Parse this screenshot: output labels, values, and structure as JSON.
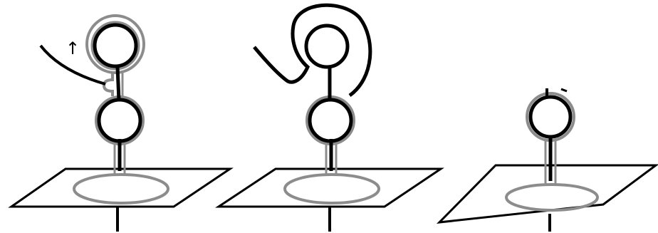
{
  "figure": {
    "panels": [
      {
        "id": "left",
        "annotation": "↑"
      },
      {
        "id": "middle"
      },
      {
        "id": "right"
      }
    ],
    "colors": {
      "strand": "#000000",
      "outline": "#8c8c8c",
      "background": "#ffffff"
    }
  }
}
